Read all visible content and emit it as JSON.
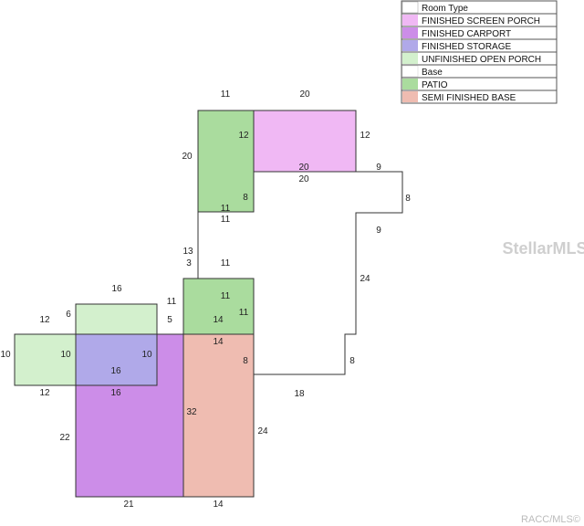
{
  "legend": {
    "title": "Room Type",
    "items": [
      {
        "label": "FINISHED SCREEN PORCH",
        "color": "#f0b8f4"
      },
      {
        "label": "FINISHED CARPORT",
        "color": "#cc8de8"
      },
      {
        "label": "FINISHED STORAGE",
        "color": "#b0a9e9"
      },
      {
        "label": "UNFINISHED OPEN PORCH",
        "color": "#d3f0cd"
      },
      {
        "label": "Base",
        "color": "#ffffff"
      },
      {
        "label": "PATIO",
        "color": "#aadc9e"
      },
      {
        "label": "SEMI FINISHED BASE",
        "color": "#efbcb1"
      }
    ]
  },
  "dimensions": {
    "patio_top_top": "11",
    "screen_top": "20",
    "patio_top_left": "20",
    "screen_left": "12",
    "screen_right": "12",
    "screen_bottom": "20",
    "base_top_right": "9",
    "base_top": "20",
    "base_right_top": "8",
    "patio_top_inner_bottom": "8",
    "patio_top_bottom_a": "11",
    "patio_top_bottom_b": "11",
    "base_right_mid": "9",
    "base_left_13": "13",
    "base_left_3": "3",
    "patio_low_top_label": "11",
    "base_right_24": "24",
    "op_top": "16",
    "op_left_6": "6",
    "op_left_12": "12",
    "op_right_11": "11",
    "op_right_5": "5",
    "patio_low_inner_top": "11",
    "patio_low_right": "11",
    "patio_low_bottom": "14",
    "semi_top": "14",
    "left_porch_left": "10",
    "left_porch_inner": "10",
    "storage_right": "10",
    "storage_bottom": "16",
    "semi_inner_8": "8",
    "base_right_8": "8",
    "left_porch_bottom": "12",
    "carport_top": "16",
    "base_bottom_18": "18",
    "carport_right_32": "32",
    "carport_left_22": "22",
    "semi_right_24": "24",
    "carport_bottom": "21",
    "semi_bottom": "14"
  },
  "watermark": "StellarMLS",
  "copyright": "RACC/MLS©"
}
